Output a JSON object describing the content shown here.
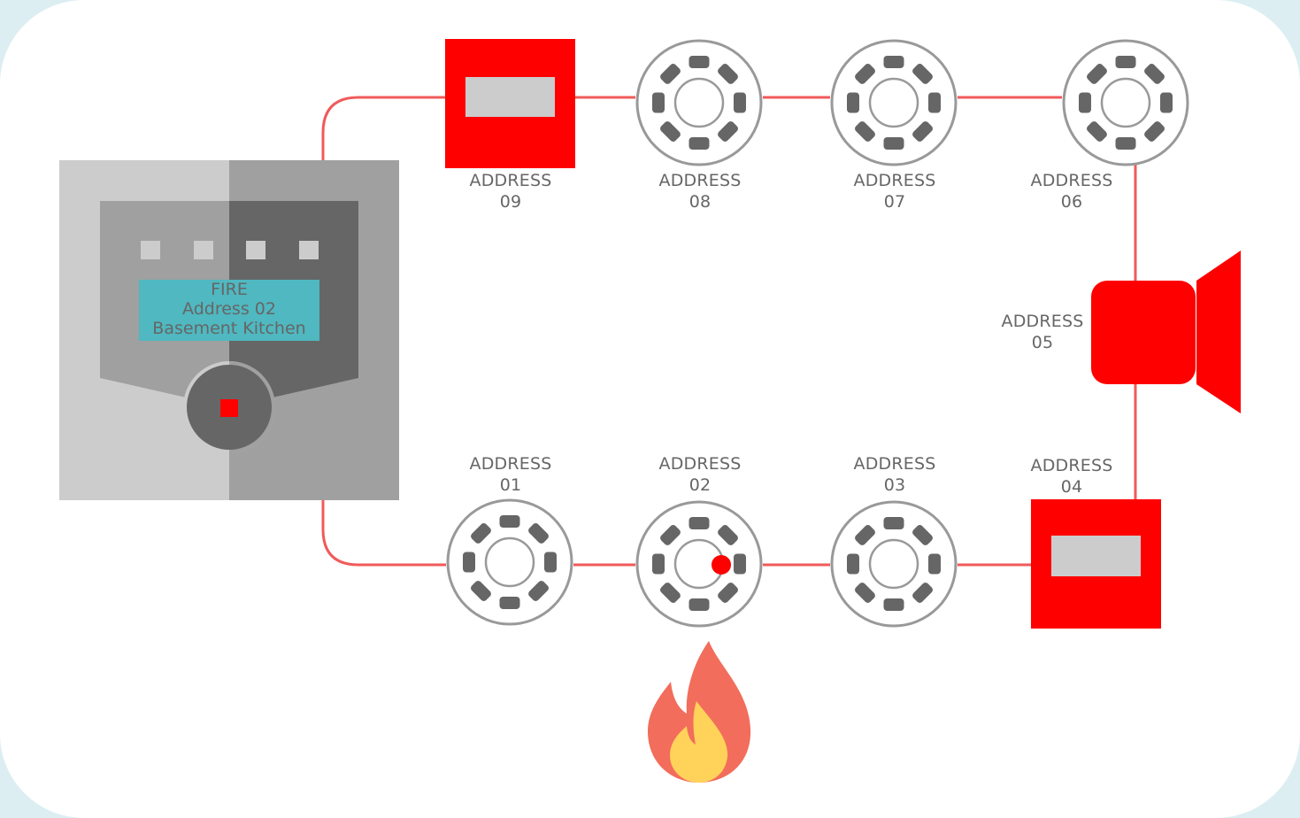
{
  "panel": {
    "display_lines": [
      "FIRE",
      "Address 02",
      "Basement Kitchen"
    ],
    "indicator_count": 4
  },
  "devices": [
    {
      "id": "09",
      "type": "manual-call-point",
      "label_top": "ADDRESS",
      "label_num": "09"
    },
    {
      "id": "08",
      "type": "smoke-detector",
      "label_top": "ADDRESS",
      "label_num": "08"
    },
    {
      "id": "07",
      "type": "smoke-detector",
      "label_top": "ADDRESS",
      "label_num": "07"
    },
    {
      "id": "06",
      "type": "smoke-detector",
      "label_top": "ADDRESS",
      "label_num": "06"
    },
    {
      "id": "05",
      "type": "sounder",
      "label_top": "ADDRESS",
      "label_num": "05"
    },
    {
      "id": "04",
      "type": "manual-call-point",
      "label_top": "ADDRESS",
      "label_num": "04"
    },
    {
      "id": "03",
      "type": "smoke-detector",
      "label_top": "ADDRESS",
      "label_num": "03"
    },
    {
      "id": "02",
      "type": "smoke-detector",
      "label_top": "ADDRESS",
      "label_num": "02",
      "alarm": true
    },
    {
      "id": "01",
      "type": "smoke-detector",
      "label_top": "ADDRESS",
      "label_num": "01"
    }
  ],
  "colors": {
    "loop_wire": "#f05a5a",
    "device_red": "#ff0000",
    "detector_ring": "#999999",
    "detector_pad": "#666666",
    "panel_light": "#cccccc",
    "panel_dark": "#a0a0a0",
    "lcd": "#4fb8c0",
    "flame_outer": "#f26d5b",
    "flame_inner": "#ffd25a"
  }
}
